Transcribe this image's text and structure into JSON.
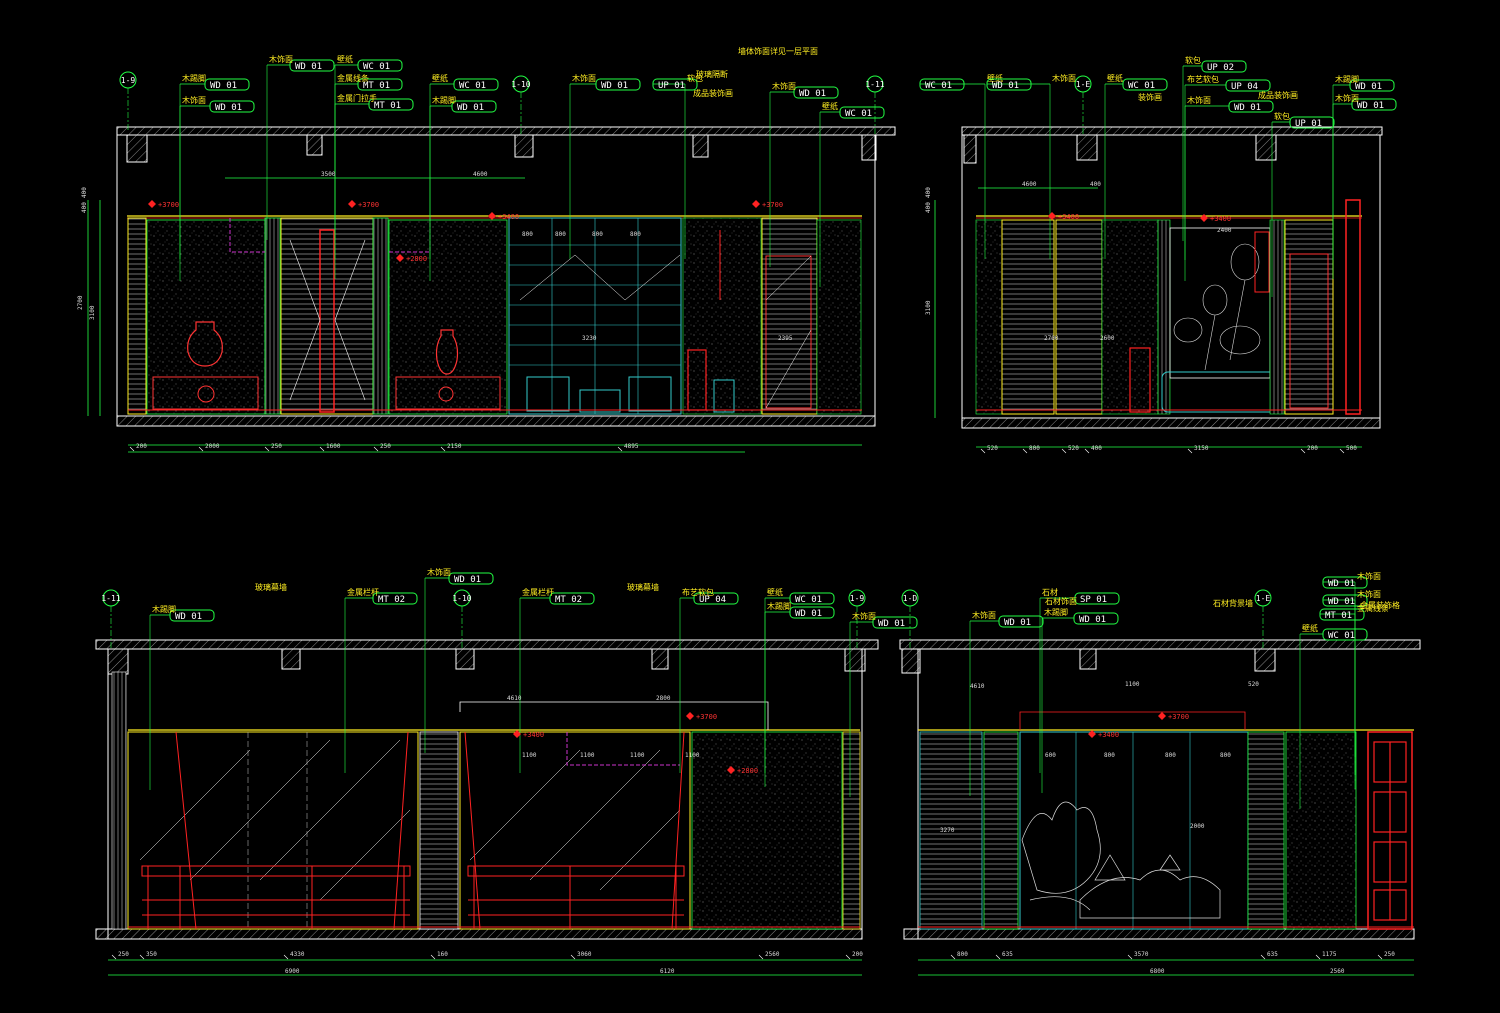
{
  "colors": {
    "background": "#000000",
    "structure": "#ffffff",
    "leader": "#22ff44",
    "label": "#ffee22",
    "accent": "#ff2222",
    "glass": "#33cccc",
    "hatch": "#ffffff",
    "magenta": "#cc33cc"
  },
  "drawing": {
    "elevation_a": {
      "axes": [
        "1-9",
        "1-10",
        "1-11"
      ],
      "tags": [
        {
          "text": "WD 01",
          "label": "木饰面"
        },
        {
          "text": "WC 01",
          "label": "壁纸"
        },
        {
          "text": "WD 01",
          "label": "木踢脚"
        },
        {
          "text": "MT 01",
          "label": "金属线条"
        },
        {
          "text": "MT 01",
          "label": "金属门拉手"
        },
        {
          "text": "WC 01",
          "label": "壁纸"
        },
        {
          "text": "WD 01",
          "label": "木踢脚"
        },
        {
          "text": "WD 01",
          "label": "木饰面"
        },
        {
          "text": "WD 01",
          "label": "木饰面"
        },
        {
          "text": "UP 01",
          "label": "软包"
        },
        {
          "text": "WD 01",
          "label": "木饰面"
        },
        {
          "text": "WC 01",
          "label": "壁纸"
        }
      ],
      "notes": [
        "墙体饰面详见一层平面",
        "玻璃隔断",
        "成品装饰画"
      ],
      "levels": [
        "+3700",
        "+3700",
        "+3400",
        "+2800",
        "+3700"
      ],
      "dims_top": [
        "3500",
        "4600"
      ],
      "dims_bottom": [
        "200",
        "2000",
        "250",
        "1600",
        "250",
        "2150",
        "4895"
      ],
      "dims_left": [
        "2700",
        "3100",
        "400",
        "400"
      ],
      "sub_dims": [
        "800",
        "800",
        "800",
        "800",
        "3230",
        "2395"
      ]
    },
    "elevation_b": {
      "axes": [
        "1-E"
      ],
      "tags": [
        {
          "text": "WC 01",
          "label": "壁纸"
        },
        {
          "text": "WD 01",
          "label": "木饰面"
        },
        {
          "text": "WC 01",
          "label": "壁纸"
        },
        {
          "text": "UP 02",
          "label": "软包"
        },
        {
          "text": "UP 04",
          "label": "布艺软包"
        },
        {
          "text": "WD 01",
          "label": "木饰面"
        },
        {
          "text": "UP 01",
          "label": "软包"
        },
        {
          "text": "WD 01",
          "label": "木踢脚"
        },
        {
          "text": "WD 01",
          "label": "木饰面"
        }
      ],
      "notes": [
        "装饰画",
        "成品装饰画"
      ],
      "levels": [
        "+3400",
        "+3400"
      ],
      "dims_top": [
        "4600",
        "400",
        "2400"
      ],
      "dims_bottom": [
        "520",
        "800",
        "520",
        "400",
        "3150",
        "200",
        "500"
      ],
      "dims_left": [
        "3100",
        "400",
        "400"
      ],
      "sub_dims": [
        "2700",
        "2600"
      ]
    },
    "elevation_c": {
      "axes": [
        "1-11",
        "1-10",
        "1-9"
      ],
      "tags": [
        {
          "text": "WD 01",
          "label": "木饰面"
        },
        {
          "text": "WD 01",
          "label": "木踢脚"
        },
        {
          "text": "MT 02",
          "label": "金属栏杆"
        },
        {
          "text": "MT 02",
          "label": "金属栏杆"
        },
        {
          "text": "UP 04",
          "label": "布艺软包"
        },
        {
          "text": "WC 01",
          "label": "壁纸"
        },
        {
          "text": "WD 01",
          "label": "木踢脚"
        },
        {
          "text": "WD 01",
          "label": "木饰面"
        }
      ],
      "notes": [
        "玻璃幕墙",
        "玻璃幕墙"
      ],
      "levels": [
        "+3400",
        "+3700",
        "+2800"
      ],
      "dims_top": [
        "4610",
        "2800"
      ],
      "dims_bottom": [
        "250",
        "350",
        "4330",
        "160",
        "3060",
        "2560",
        "200"
      ],
      "dims_total": [
        "6900",
        "6120"
      ],
      "sub_dims": [
        "1100",
        "1100",
        "1100",
        "1100"
      ]
    },
    "elevation_d": {
      "axes": [
        "1-D",
        "1-E"
      ],
      "tags": [
        {
          "text": "WD 01",
          "label": "木饰面"
        },
        {
          "text": "SP 01",
          "label": "石材"
        },
        {
          "text": "WD 01",
          "label": "木踢脚"
        },
        {
          "text": "WD 01",
          "label": "木饰面"
        },
        {
          "text": "WD 01",
          "label": "木饰面"
        },
        {
          "text": "MT 01",
          "label": "金属线条"
        },
        {
          "text": "WC 01",
          "label": "壁纸"
        }
      ],
      "notes": [
        "石材饰面",
        "石材背景墙",
        "金属装饰格"
      ],
      "levels": [
        "+3700",
        "+3400"
      ],
      "dims_top": [
        "4610",
        "1100",
        "520"
      ],
      "dims_bottom": [
        "800",
        "635",
        "3570",
        "635",
        "1175",
        "250"
      ],
      "dims_total": [
        "6800",
        "2560"
      ],
      "sub_dims": [
        "600",
        "800",
        "800",
        "800",
        "3270",
        "2000"
      ]
    }
  }
}
